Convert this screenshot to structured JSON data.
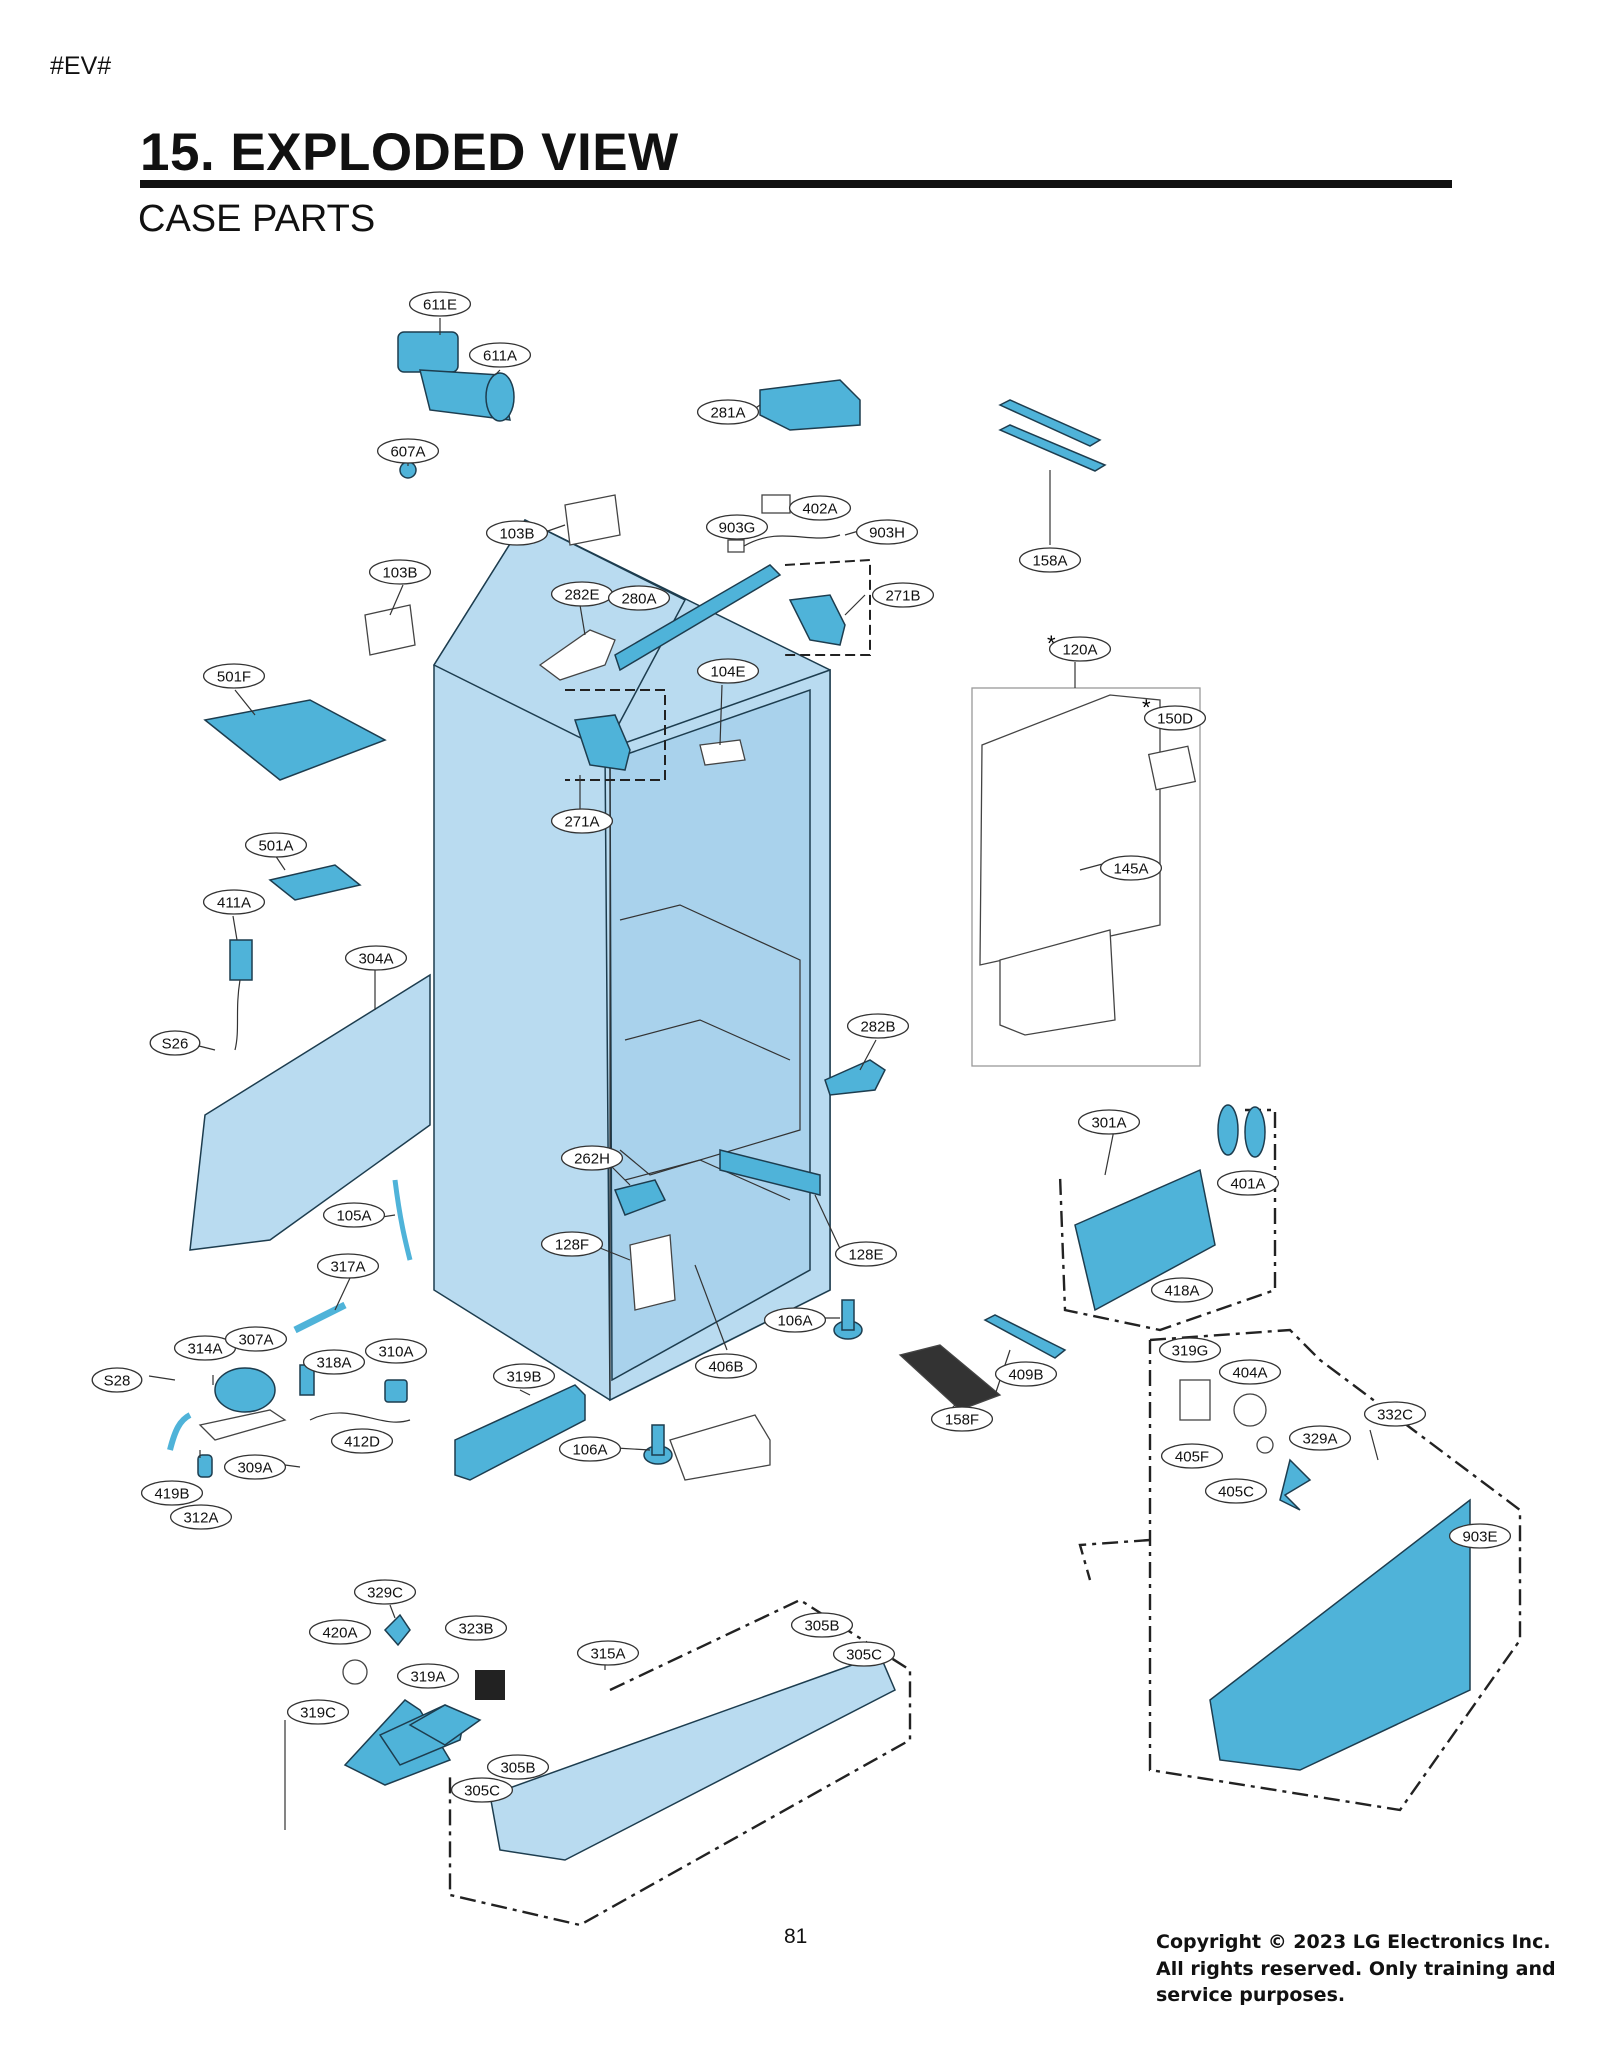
{
  "header": {
    "tag": "#EV#",
    "title": "15. EXPLODED VIEW",
    "subtitle": "CASE PARTS"
  },
  "colors": {
    "part": "#4fb3d9",
    "cabinet": "#b9dbf0"
  },
  "parts": [
    {
      "id": "611E",
      "label": "611E"
    },
    {
      "id": "611A",
      "label": "611A"
    },
    {
      "id": "607A",
      "label": "607A"
    },
    {
      "id": "281A",
      "label": "281A"
    },
    {
      "id": "158A",
      "label": "158A"
    },
    {
      "id": "402A",
      "label": "402A"
    },
    {
      "id": "103B-top",
      "label": "103B"
    },
    {
      "id": "903G",
      "label": "903G"
    },
    {
      "id": "903H",
      "label": "903H"
    },
    {
      "id": "103B-left",
      "label": "103B"
    },
    {
      "id": "282E",
      "label": "282E"
    },
    {
      "id": "280A",
      "label": "280A"
    },
    {
      "id": "271B",
      "label": "271B"
    },
    {
      "id": "120A",
      "label": "120A"
    },
    {
      "id": "501F",
      "label": "501F"
    },
    {
      "id": "104E",
      "label": "104E"
    },
    {
      "id": "150D",
      "label": "150D"
    },
    {
      "id": "271A",
      "label": "271A"
    },
    {
      "id": "501A",
      "label": "501A"
    },
    {
      "id": "145A",
      "label": "145A"
    },
    {
      "id": "411A",
      "label": "411A"
    },
    {
      "id": "304A",
      "label": "304A"
    },
    {
      "id": "282B",
      "label": "282B"
    },
    {
      "id": "S26",
      "label": "S26"
    },
    {
      "id": "301A",
      "label": "301A"
    },
    {
      "id": "262H",
      "label": "262H"
    },
    {
      "id": "401A",
      "label": "401A"
    },
    {
      "id": "105A",
      "label": "105A"
    },
    {
      "id": "128F",
      "label": "128F"
    },
    {
      "id": "128E",
      "label": "128E"
    },
    {
      "id": "317A",
      "label": "317A"
    },
    {
      "id": "418A",
      "label": "418A"
    },
    {
      "id": "106A-right",
      "label": "106A"
    },
    {
      "id": "314A",
      "label": "314A"
    },
    {
      "id": "307A",
      "label": "307A"
    },
    {
      "id": "310A",
      "label": "310A"
    },
    {
      "id": "318A",
      "label": "318A"
    },
    {
      "id": "406B",
      "label": "406B"
    },
    {
      "id": "319G",
      "label": "319G"
    },
    {
      "id": "S28",
      "label": "S28"
    },
    {
      "id": "319B",
      "label": "319B"
    },
    {
      "id": "409B",
      "label": "409B"
    },
    {
      "id": "404A",
      "label": "404A"
    },
    {
      "id": "158F",
      "label": "158F"
    },
    {
      "id": "332C",
      "label": "332C"
    },
    {
      "id": "412D",
      "label": "412D"
    },
    {
      "id": "106A-left",
      "label": "106A"
    },
    {
      "id": "309A",
      "label": "309A"
    },
    {
      "id": "329A",
      "label": "329A"
    },
    {
      "id": "405F",
      "label": "405F"
    },
    {
      "id": "419B",
      "label": "419B"
    },
    {
      "id": "405C",
      "label": "405C"
    },
    {
      "id": "312A",
      "label": "312A"
    },
    {
      "id": "903E",
      "label": "903E"
    },
    {
      "id": "329C",
      "label": "329C"
    },
    {
      "id": "323B",
      "label": "323B"
    },
    {
      "id": "420A",
      "label": "420A"
    },
    {
      "id": "305B-top",
      "label": "305B"
    },
    {
      "id": "315A",
      "label": "315A"
    },
    {
      "id": "305C-top",
      "label": "305C"
    },
    {
      "id": "319A",
      "label": "319A"
    },
    {
      "id": "319C",
      "label": "319C"
    },
    {
      "id": "305B-bottom",
      "label": "305B"
    },
    {
      "id": "305C-bottom",
      "label": "305C"
    }
  ],
  "markers": {
    "asterisk": "*"
  },
  "footer": {
    "page_number": "81",
    "copyright": "Copyright © 2023 LG Electronics Inc. All rights reserved. Only training and service purposes."
  }
}
